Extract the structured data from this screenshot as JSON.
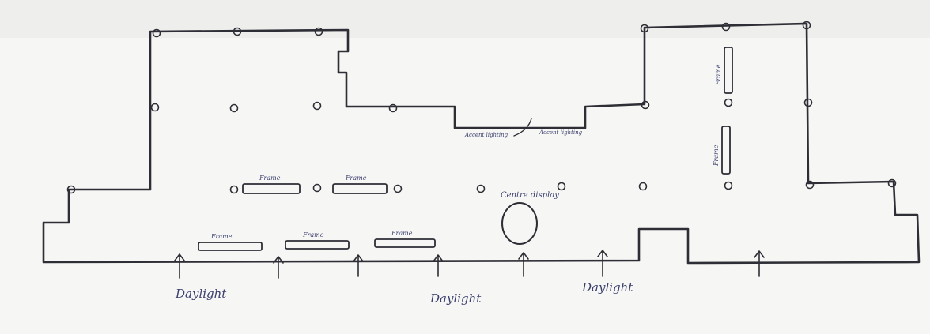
{
  "labels": {
    "daylight_1": "Daylight",
    "daylight_2": "Daylight",
    "daylight_3": "Daylight",
    "frame_1": "Frame",
    "frame_2": "Frame",
    "frame_3": "Frame",
    "frame_4": "Frame",
    "frame_5": "Frame",
    "frame_6": "Frame",
    "frame_7": "Frame",
    "accent_lighting_1": "Accent lighting",
    "accent_lighting_2": "Accent lighting",
    "centre_display": "Centre display"
  },
  "colors": {
    "ink": "#2e2e36",
    "handwriting": "#3b3f6e",
    "paper": "#f6f6f4"
  }
}
